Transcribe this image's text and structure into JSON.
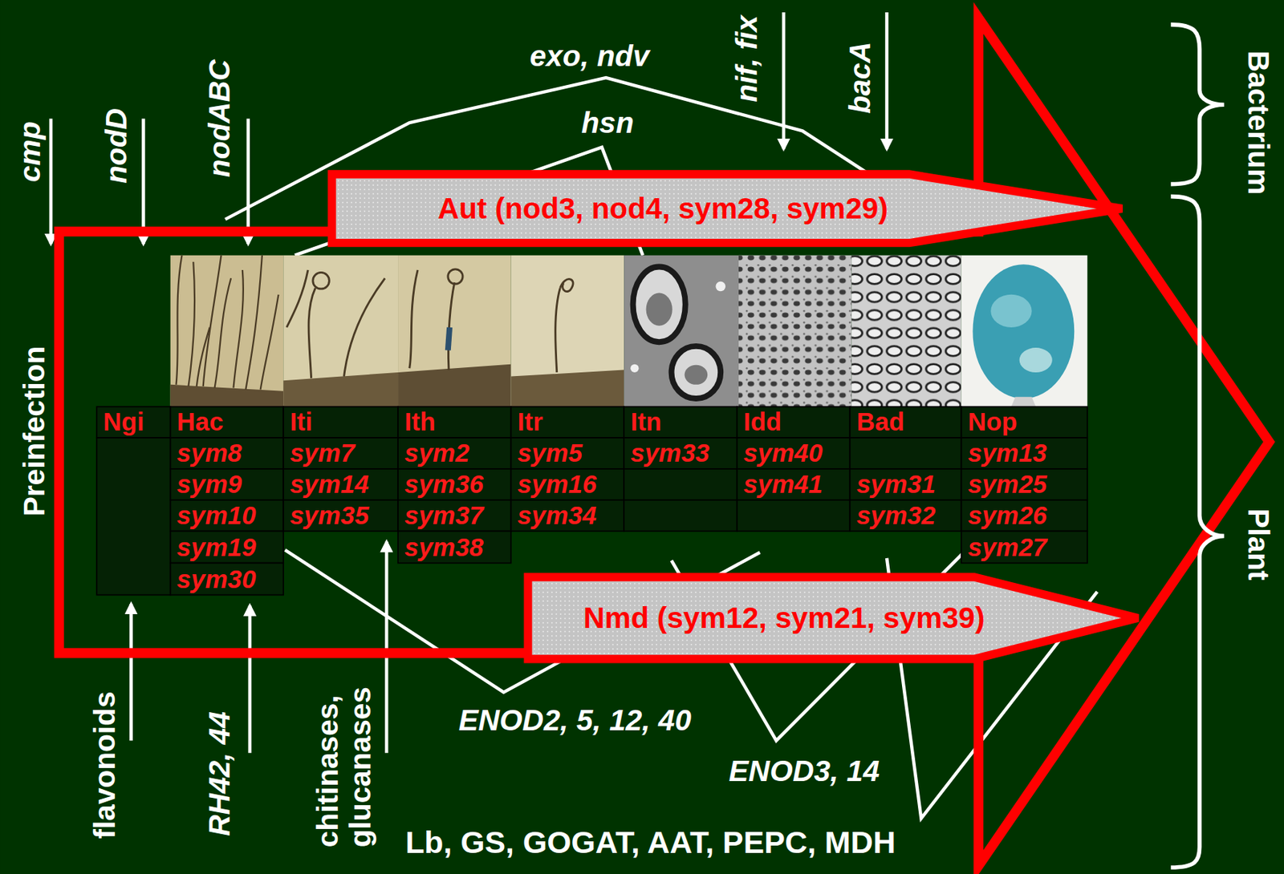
{
  "diagram": {
    "nodes": [
      {
        "text": [
          "Aut (nod3, nod4, sym28, sym29)"
        ]
      },
      {
        "text": [
          "Nmd (sym12, sym21, sym39)"
        ]
      }
    ],
    "labels": [
      "cmp",
      "nodD",
      "nodABC",
      "exo, ndv",
      "hsn",
      "nif, fix",
      "bacA",
      "Bacterium",
      "Preinfection",
      "Ngi",
      "Hac",
      "sym8",
      "sym9",
      "sym10",
      "sym19",
      "sym30",
      "Iti",
      "sym7",
      "sym14",
      "sym35",
      "Ith",
      "sym2",
      "sym36",
      "sym37",
      "sym38",
      "Itr",
      "sym5",
      "sym16",
      "sym34",
      "Itn",
      "sym33",
      "Idd",
      "sym40",
      "sym41",
      "Bad",
      "sym31",
      "sym32",
      "Nop",
      "sym13",
      "sym25",
      "sym26",
      "sym27",
      "Plant",
      "flavonoids",
      "RH42, 44",
      "chitinases, glucanases",
      "ENOD2, 5, 12, 40",
      "ENOD3, 14",
      "Lb, GS, GOGAT, AAT, PEPC, MDH"
    ]
  }
}
